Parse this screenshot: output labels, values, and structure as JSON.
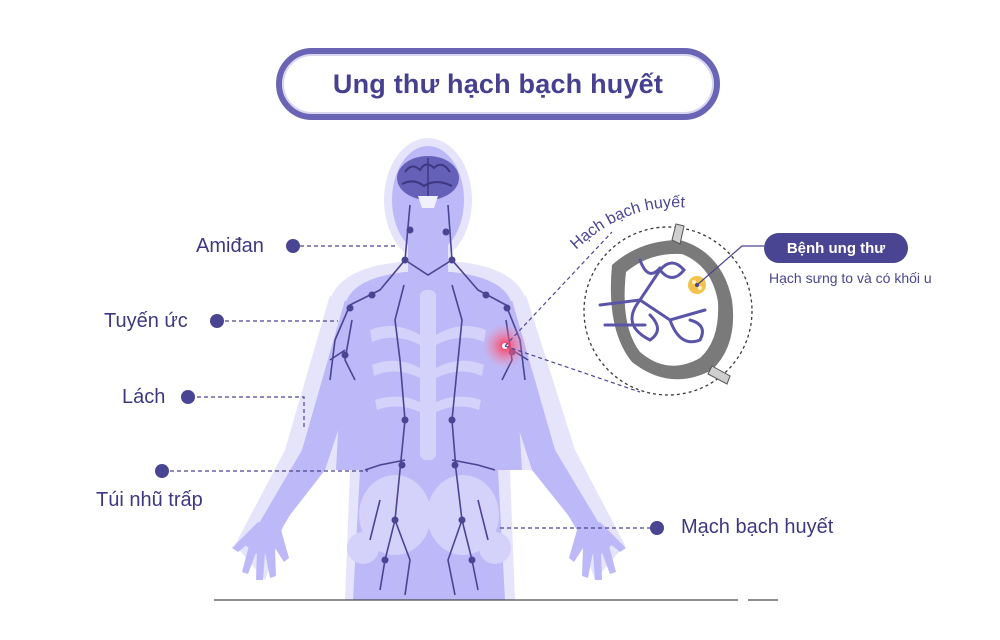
{
  "title": "Ung thư hạch bạch huyết",
  "labels": {
    "tonsil": "Amiđan",
    "thymus": "Tuyến ức",
    "spleen": "Lách",
    "cisterna": "Túi nhũ trấp",
    "vessels": "Mạch bạch huyết"
  },
  "node_label": "Hạch bạch huyết",
  "callout": {
    "badge": "Bệnh ung thư",
    "description": "Hạch sưng to và có khối u"
  },
  "colors": {
    "primary": "#4a4592",
    "body": "#bdb8f7",
    "body_halo": "#e4e2fb",
    "highlight": "#ff3355"
  }
}
